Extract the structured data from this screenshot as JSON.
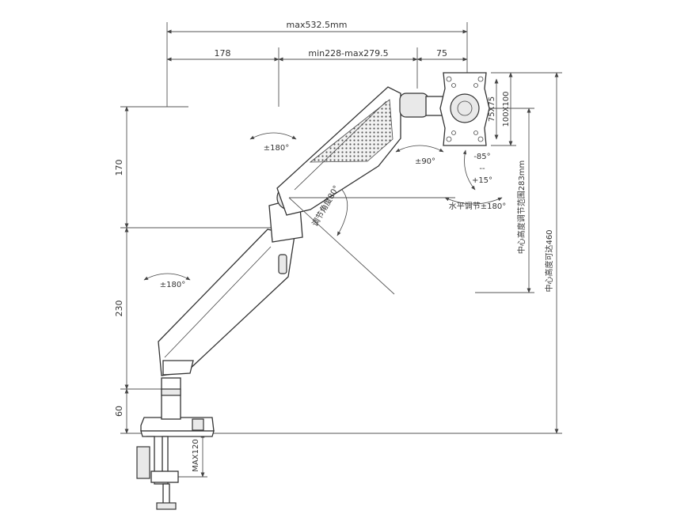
{
  "dimensions": {
    "max_reach": "max532.5mm",
    "left_segment": "178",
    "mid_segment": "min228-max279.5",
    "right_segment": "75",
    "vesa_75": "75X75",
    "vesa_100": "100X100",
    "height_170": "170",
    "height_230": "230",
    "height_60": "60",
    "clamp_max": "MAX120",
    "center_height_range": "中心高度调节范围283mm",
    "center_height_max": "中心高度可达460"
  },
  "angles": {
    "rot_top": "±180°",
    "rot_bottom": "±180°",
    "tilt_head": "±90°",
    "tilt_up": "-85°",
    "tilt_sep": "--",
    "tilt_down": "+15°",
    "pan_horizontal": "水平调节±180°",
    "arm_adjust": "调节角度80°"
  }
}
